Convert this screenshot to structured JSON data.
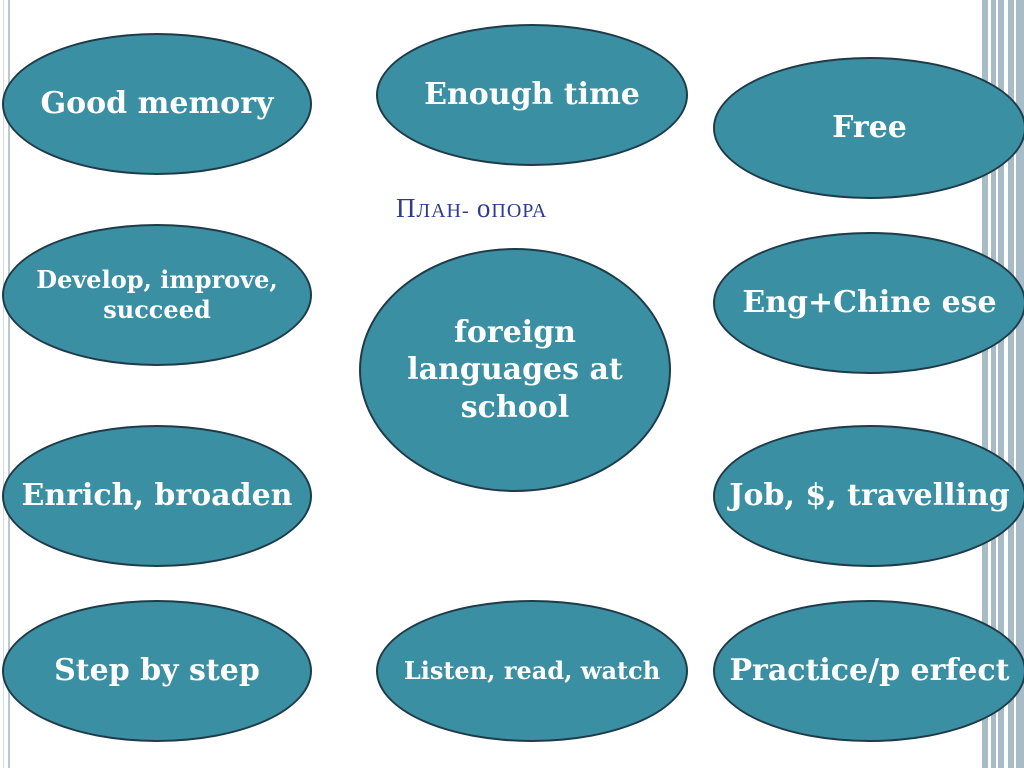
{
  "title": "План- опора",
  "center": "foreign languages at school",
  "bubbles": {
    "good_memory": "Good memory",
    "enough_time": "Enough time",
    "free": "Free",
    "develop": "Develop, improve, succeed",
    "eng_chinese": "Eng+Chine ese",
    "enrich": "Enrich, broaden",
    "job": "Job, $, travelling",
    "step": "Step by step",
    "listen": "Listen, read, watch",
    "practice": "Practice/p erfect"
  },
  "colors": {
    "bubble_fill": "#3b8fa3",
    "bubble_outline": "#1f3b49",
    "title": "#2f3b8e",
    "frame": "#a8bcc8"
  }
}
